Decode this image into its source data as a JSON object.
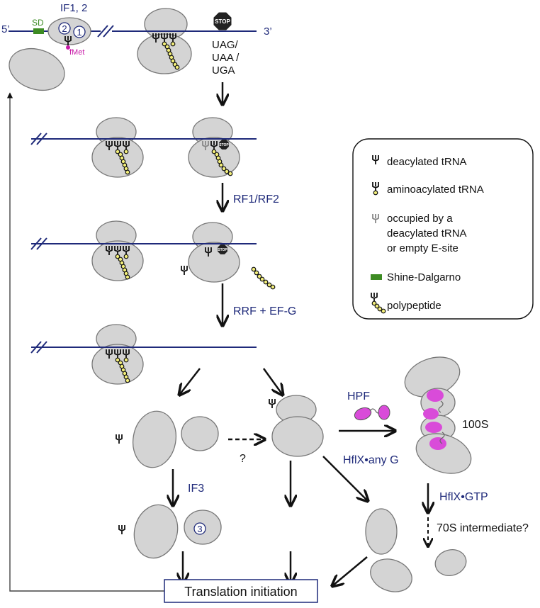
{
  "colors": {
    "mrna": "#1f2a7a",
    "ribosome_fill": "#d4d4d4",
    "ribosome_stroke": "#777777",
    "arrow": "#111111",
    "label_blue": "#1f2a7a",
    "fmet": "#c819a8",
    "sd_green": "#3d8b23",
    "hpf_magenta": "#d94bd9",
    "peptide_yellow": "#f2ee7a",
    "empty_trna_gray": "#888888"
  },
  "top": {
    "five_prime": "5’",
    "three_prime": "3’",
    "sd": "SD",
    "if12": "IF1, 2",
    "if2_num": "2",
    "if1_num": "1",
    "fmet": "fMet",
    "stop_sign": "STOP",
    "stop_codon_1": "UAG/",
    "stop_codon_2": "UAA /",
    "stop_codon_3": "UGA"
  },
  "steps": {
    "rf": "RF1/RF2",
    "rrf": "RRF + EF-G",
    "hpf": "HPF",
    "s100": "100S",
    "question": "?",
    "if3": "IF3",
    "if3_num": "3",
    "hflx_any": "HflX•any G",
    "hflx_gtp": "HflX•GTP",
    "intermediate": "70S intermediate?",
    "initiation": "Translation initiation",
    "stop_small": "STOP"
  },
  "legend": {
    "deacylated": "deacylated tRNA",
    "aminoacylated": "aminoacylated tRNA",
    "occupied_1": "occupied by a",
    "occupied_2": "deacylated tRNA",
    "occupied_3": "or empty E-site",
    "sd": "Shine-Dalgarno",
    "polypeptide": "polypeptide"
  },
  "icons": [
    "trna-icon",
    "charged-trna-icon",
    "empty-trna-icon",
    "sd-box-icon",
    "polypeptide-icon",
    "stop-sign-icon",
    "ribosome-icon",
    "hpf-protein-icon"
  ]
}
